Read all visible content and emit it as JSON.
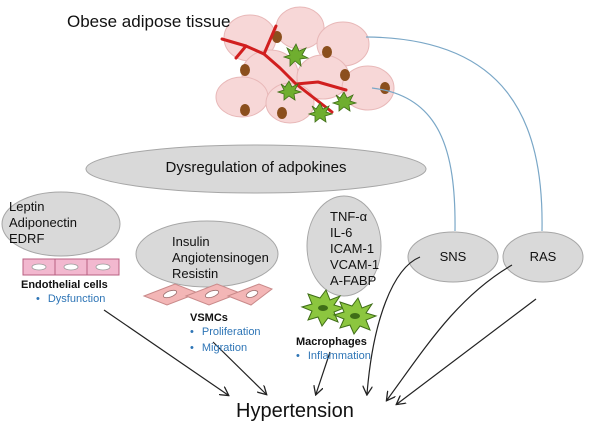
{
  "title": "Obese adipose tissue",
  "center_label": "Dysregulation of adpokines",
  "groups": [
    {
      "items": [
        "Leptin",
        "Adiponectin",
        "EDRF"
      ],
      "cell_label": "Endothelial cells",
      "effects": [
        "Dysfunction"
      ]
    },
    {
      "items": [
        "Insulin",
        "Angiotensinogen",
        "Resistin"
      ],
      "cell_label": "VSMCs",
      "effects": [
        "Proliferation",
        "Migration"
      ]
    },
    {
      "items": [
        "TNF-α",
        "IL-6",
        "ICAM-1",
        "VCAM-1",
        "A-FABP"
      ],
      "cell_label": "Macrophages",
      "effects": [
        "Inflammation"
      ]
    }
  ],
  "sns_label": "SNS",
  "ras_label": "RAS",
  "outcome": "Hypertension",
  "colors": {
    "ellipse_fill": "#d9d9d9",
    "ellipse_stroke": "#a6a6a6",
    "adipocyte": "#f7d7d7",
    "nucleus": "#8b4f1d",
    "vessel": "#d11f1f",
    "macrophage": "#6fae2f",
    "endothelial": "#f2b8cf",
    "vsmc": "#f3b6b6",
    "neural_link": "#7aa7c7",
    "bullet_text": "#2e75b6"
  }
}
